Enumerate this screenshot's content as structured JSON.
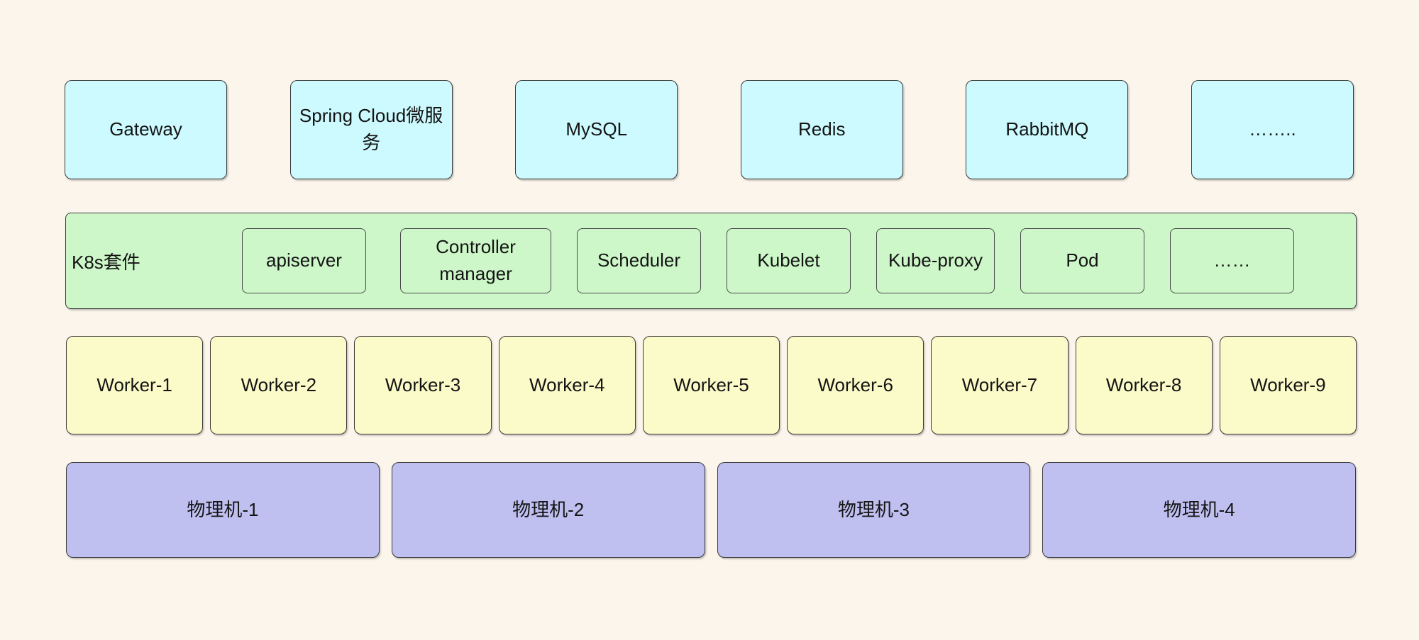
{
  "colors": {
    "background": "#FBF5EC",
    "cyan": "#CCFAFF",
    "green": "#CDF7C8",
    "yellow": "#FBFBC9",
    "purple": "#BFBFF0",
    "border": "#3B3B3B",
    "text": "#141414"
  },
  "services_row": {
    "items": [
      "Gateway",
      "Spring Cloud微服务",
      "MySQL",
      "Redis",
      "RabbitMQ",
      "…….."
    ]
  },
  "k8s_band": {
    "title": "K8s套件",
    "items": [
      "apiserver",
      "Controller manager",
      "Scheduler",
      "Kubelet",
      "Kube-proxy",
      "Pod",
      "……"
    ]
  },
  "workers_row": {
    "items": [
      "Worker-1",
      "Worker-2",
      "Worker-3",
      "Worker-4",
      "Worker-5",
      "Worker-6",
      "Worker-7",
      "Worker-8",
      "Worker-9"
    ]
  },
  "machines_row": {
    "items": [
      "物理机-1",
      "物理机-2",
      "物理机-3",
      "物理机-4"
    ]
  }
}
